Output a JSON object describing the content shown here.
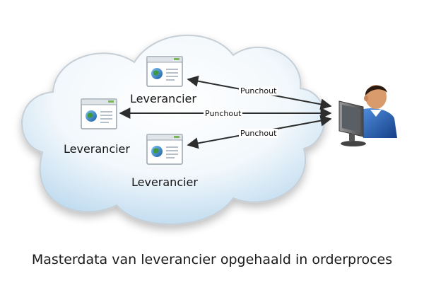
{
  "diagram": {
    "suppliers": [
      {
        "label": "Leverancier"
      },
      {
        "label": "Leverancier"
      },
      {
        "label": "Leverancier"
      }
    ],
    "connections": [
      {
        "label": "Punchout"
      },
      {
        "label": "Punchout"
      },
      {
        "label": "Punchout"
      }
    ],
    "caption": "Masterdata van leverancier opgehaald in orderproces",
    "colors": {
      "cloud_fill_top": "#ffffff",
      "cloud_fill_bottom": "#b9d8ee",
      "cloud_stroke": "#c7cfd6",
      "arrow": "#2d2d2d",
      "window_titlebar": "#dfe4e9",
      "globe": "#2f7fc4",
      "person_shirt": "#1f5fb0",
      "person_hair": "#2a1a10",
      "skin": "#d99a6c",
      "monitor": "#6d6d6d"
    },
    "icons": {
      "supplier": "web-page-icon",
      "user": "user-at-computer-icon"
    }
  }
}
